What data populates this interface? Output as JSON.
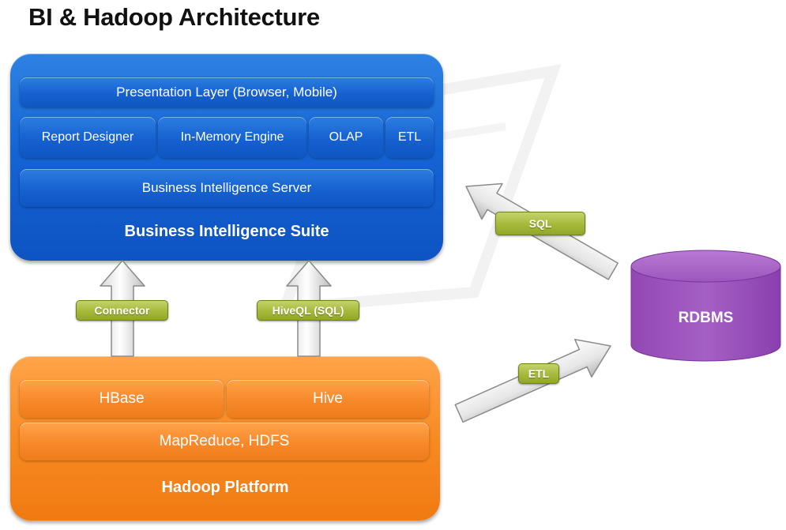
{
  "title": "BI & Hadoop Architecture",
  "bi_suite": {
    "label": "Business Intelligence Suite",
    "presentation_layer": "Presentation Layer (Browser, Mobile)",
    "modules": [
      "Report Designer",
      "In-Memory Engine",
      "OLAP",
      "ETL"
    ],
    "server": "Business Intelligence Server"
  },
  "hadoop": {
    "label": "Hadoop Platform",
    "components": [
      "HBase",
      "Hive"
    ],
    "base": "MapReduce, HDFS"
  },
  "rdbms": {
    "label": "RDBMS"
  },
  "connections": {
    "connector": "Connector",
    "hiveql": "HiveQL (SQL)",
    "sql": "SQL",
    "etl": "ETL"
  },
  "colors": {
    "bi_blue": "#1565d6",
    "hadoop_orange": "#f88a22",
    "rdbms_purple": "#9a4fb8",
    "label_green": "#a6b93a"
  }
}
